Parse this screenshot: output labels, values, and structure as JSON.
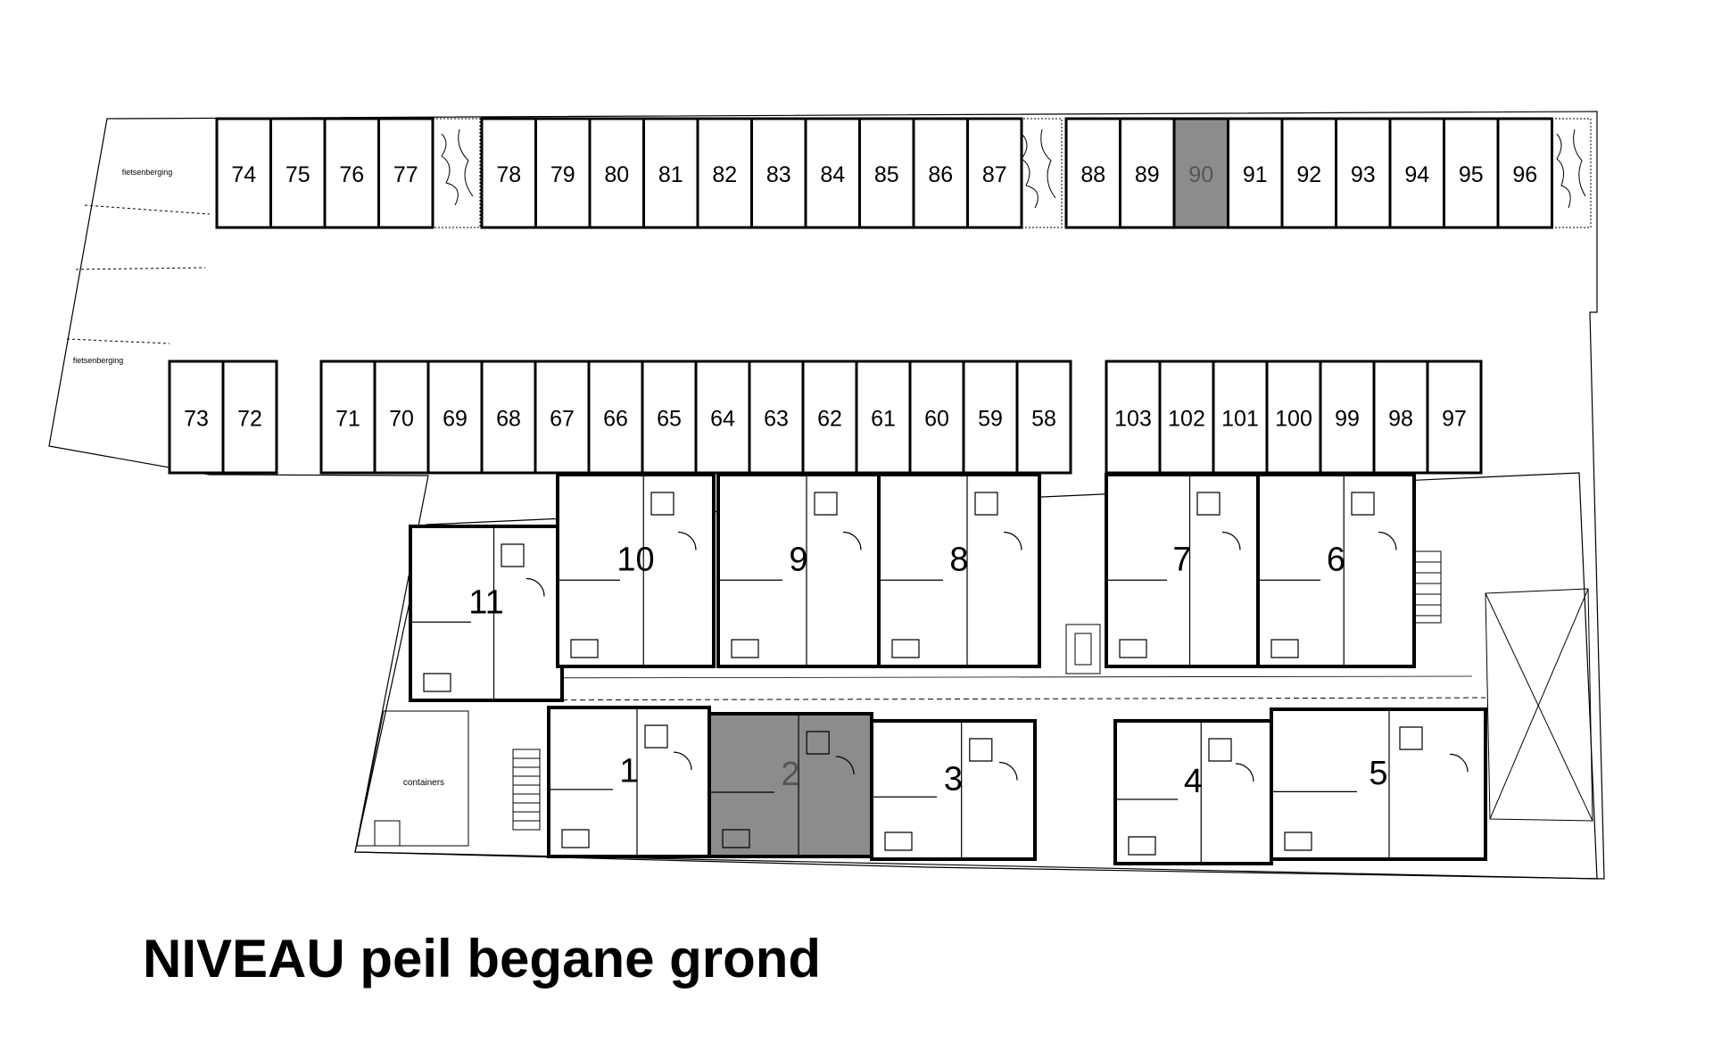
{
  "title": "NIVEAU peil begane grond",
  "highlight_color": "#8c8c8c",
  "line_color": "#000000",
  "labels": {
    "fietsenberging_1": "fietsenberging",
    "fietsenberging_2": "fietsenberging",
    "containers": "containers"
  },
  "storage_rows": [
    {
      "row": "top",
      "groups": [
        {
          "units": [
            {
              "label": "74"
            },
            {
              "label": "75"
            },
            {
              "label": "76"
            },
            {
              "label": "77"
            }
          ]
        },
        {
          "units": [
            {
              "label": "78"
            },
            {
              "label": "79"
            },
            {
              "label": "80"
            },
            {
              "label": "81"
            },
            {
              "label": "82"
            },
            {
              "label": "83"
            },
            {
              "label": "84"
            },
            {
              "label": "85"
            },
            {
              "label": "86"
            },
            {
              "label": "87"
            }
          ]
        },
        {
          "units": [
            {
              "label": "88"
            },
            {
              "label": "89"
            },
            {
              "label": "90",
              "highlighted": true
            },
            {
              "label": "91"
            },
            {
              "label": "92"
            },
            {
              "label": "93"
            },
            {
              "label": "94"
            },
            {
              "label": "95"
            },
            {
              "label": "96"
            }
          ]
        }
      ]
    },
    {
      "row": "middle",
      "groups": [
        {
          "units": [
            {
              "label": "73"
            },
            {
              "label": "72"
            }
          ]
        },
        {
          "units": [
            {
              "label": "71"
            },
            {
              "label": "70"
            },
            {
              "label": "69"
            },
            {
              "label": "68"
            },
            {
              "label": "67"
            },
            {
              "label": "66"
            },
            {
              "label": "65"
            },
            {
              "label": "64"
            },
            {
              "label": "63"
            },
            {
              "label": "62"
            },
            {
              "label": "61"
            },
            {
              "label": "60"
            },
            {
              "label": "59"
            },
            {
              "label": "58"
            }
          ]
        },
        {
          "units": [
            {
              "label": "103"
            },
            {
              "label": "102"
            },
            {
              "label": "101"
            },
            {
              "label": "100"
            },
            {
              "label": "99"
            },
            {
              "label": "98"
            },
            {
              "label": "97"
            }
          ]
        }
      ]
    }
  ],
  "apartments": [
    {
      "label": "11"
    },
    {
      "label": "10"
    },
    {
      "label": "9"
    },
    {
      "label": "8"
    },
    {
      "label": "7"
    },
    {
      "label": "6"
    },
    {
      "label": "1"
    },
    {
      "label": "2",
      "highlighted": true
    },
    {
      "label": "3"
    },
    {
      "label": "4"
    },
    {
      "label": "5"
    }
  ]
}
